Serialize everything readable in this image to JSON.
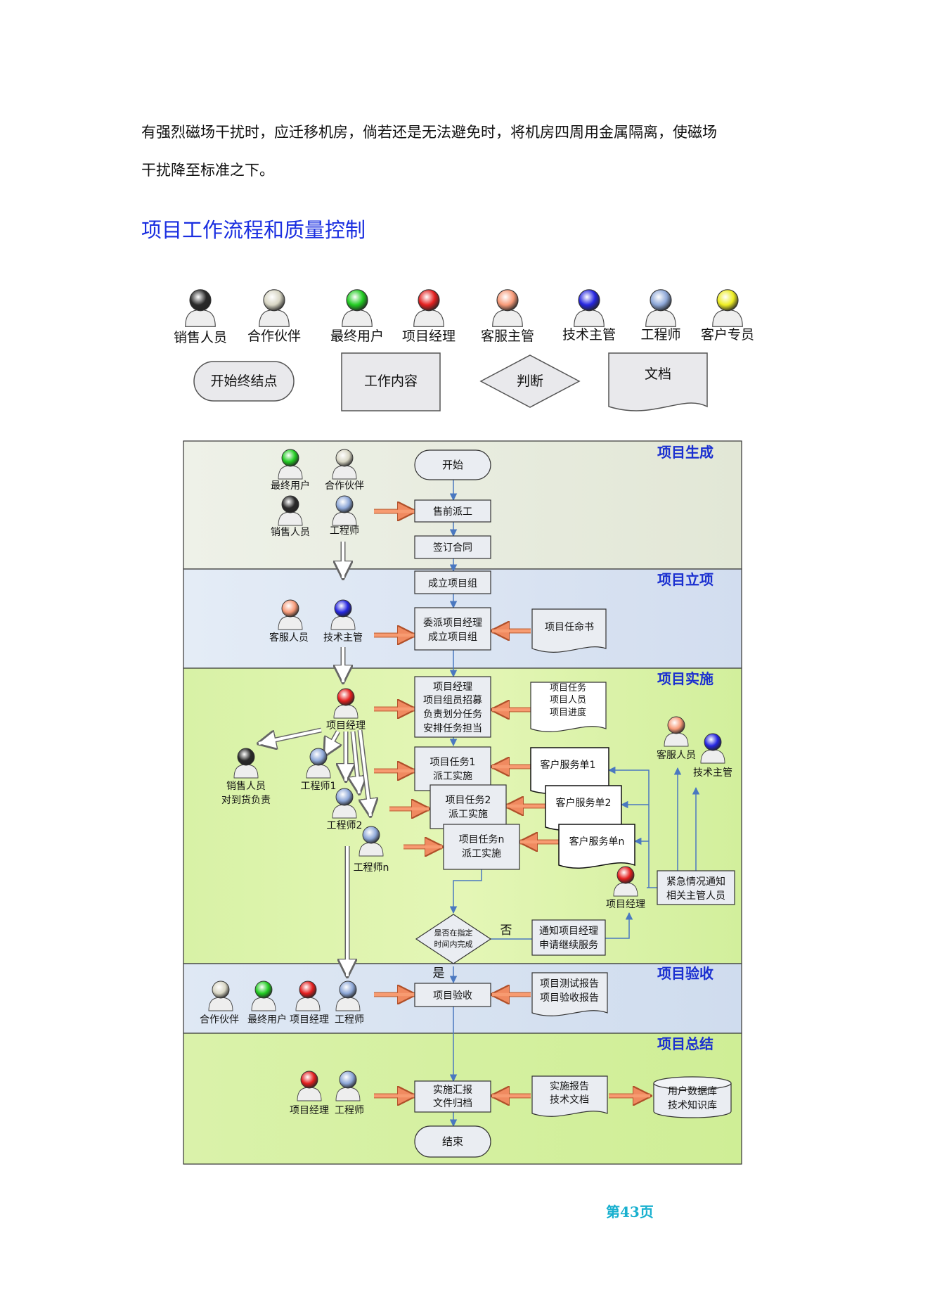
{
  "body_text": [
    "有强烈磁场干扰时，应迁移机房，倘若还是无法避免时，将机房四周用金属隔离，使磁场",
    "干扰降至标准之下。"
  ],
  "heading": "项目工作流程和质量控制",
  "legend": {
    "roles": [
      {
        "label": "销售人员",
        "color": "#2a2a2a"
      },
      {
        "label": "合作伙伴",
        "color": "#d8d6c4"
      },
      {
        "label": "最终用户",
        "color": "#22cc22"
      },
      {
        "label": "项目经理",
        "color": "#e42020"
      },
      {
        "label": "客服主管",
        "color": "#f79a78"
      },
      {
        "label": "技术主管",
        "color": "#2626e0"
      },
      {
        "label": "工程师",
        "color": "#8ea8d8"
      },
      {
        "label": "客户专员",
        "color": "#eded22"
      }
    ],
    "shapes": {
      "terminal": "开始终结点",
      "process": "工作内容",
      "decision": "判断",
      "document": "文档"
    }
  },
  "lanes": [
    "项目生成",
    "项目立项",
    "项目实施",
    "项目验收",
    "项目总结"
  ],
  "actors": {
    "gen": [
      "最终用户",
      "合作伙伴",
      "销售人员",
      "工程师"
    ],
    "est": [
      "客服人员",
      "技术主管"
    ],
    "impl_pm": "项目经理",
    "impl_sales": [
      "销售人员",
      "对到货负责"
    ],
    "impl_eng": [
      "工程师1",
      "工程师2",
      "工程师n"
    ],
    "impl_right": [
      "客服人员",
      "技术主管"
    ],
    "impl_pm2": "项目经理",
    "acc": [
      "合作伙伴",
      "最终用户",
      "项目经理",
      "工程师"
    ],
    "sum": [
      "项目经理",
      "工程师"
    ]
  },
  "flow": {
    "start": "开始",
    "presales": "售前派工",
    "contract": "签订合同",
    "form_team": "成立项目组",
    "appoint": [
      "委派项目经理",
      "成立项目组"
    ],
    "appoint_doc": "项目任命书",
    "pm_tasks": [
      "项目经理",
      "项目组员招募",
      "负责划分任务",
      "安排任务担当"
    ],
    "pm_docs": [
      "项目任务",
      "项目人员",
      "项目进度"
    ],
    "task1": [
      "项目任务1",
      "派工实施"
    ],
    "task2": [
      "项目任务2",
      "派工实施"
    ],
    "taskn": [
      "项目任务n",
      "派工实施"
    ],
    "svc1": "客户服务单1",
    "svc2": "客户服务单2",
    "svcn": "客户服务单n",
    "emergency": [
      "紧急情况通知",
      "相关主管人员"
    ],
    "decision": [
      "是否在指定",
      "时间内完成"
    ],
    "no": "否",
    "yes": "是",
    "notify": [
      "通知项目经理",
      "申请继续服务"
    ],
    "acceptance": "项目验收",
    "acc_docs": [
      "项目测试报告",
      "项目验收报告"
    ],
    "archive": [
      "实施汇报",
      "文件归档"
    ],
    "sum_docs": [
      "实施报告",
      "技术文档"
    ],
    "database": [
      "用户数据库",
      "技术知识库"
    ],
    "end": "结束"
  },
  "page_number": "第43页"
}
